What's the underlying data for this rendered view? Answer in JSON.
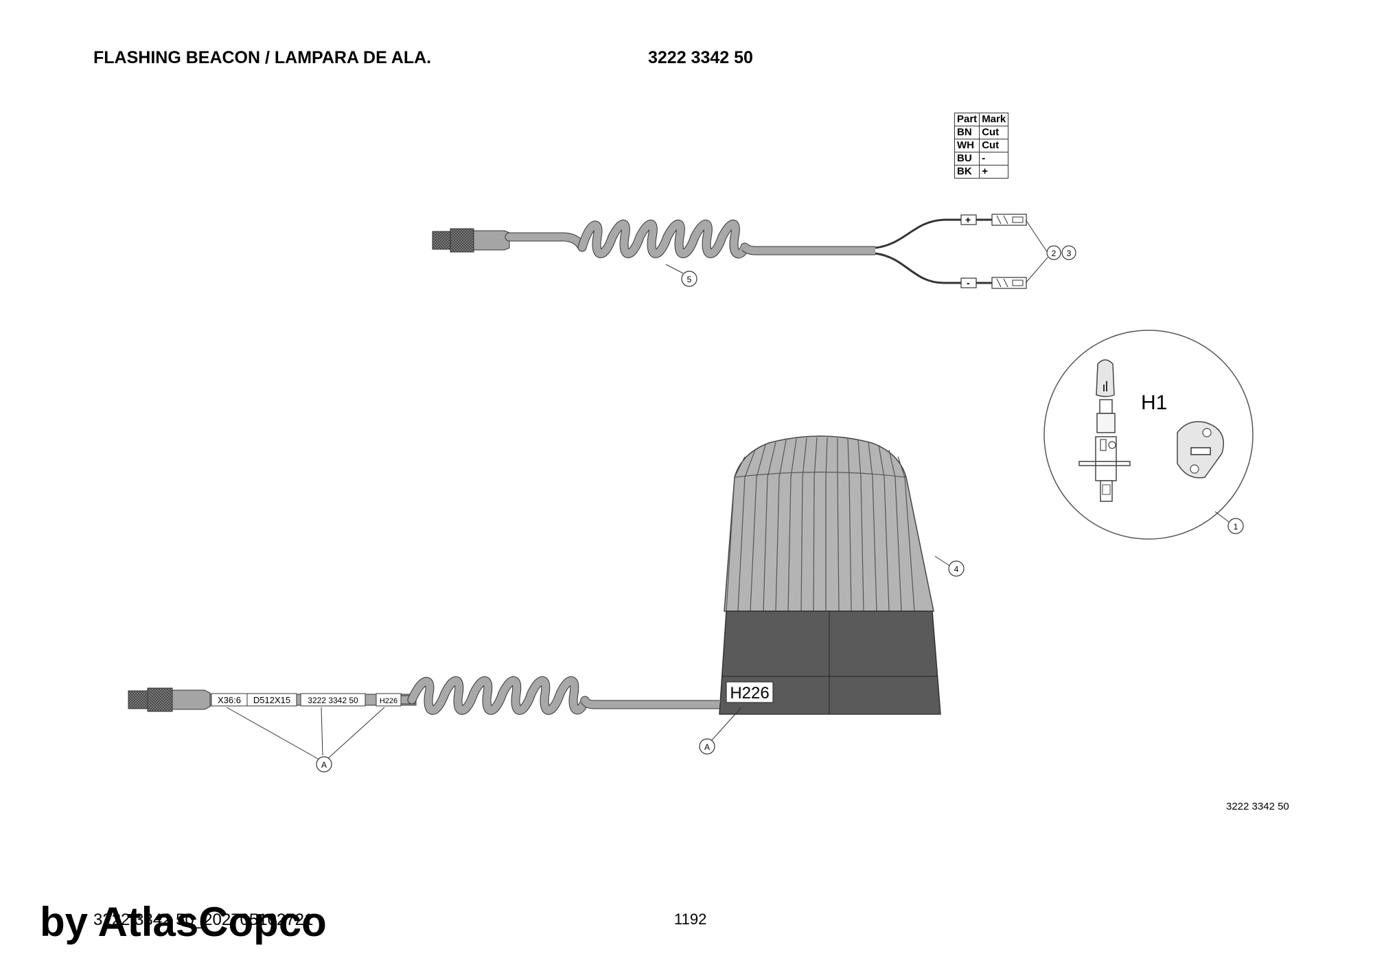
{
  "header": {
    "title": "FLASHING BEACON / LAMPARA DE ALA.",
    "part_number": "3222 3342 50"
  },
  "mark_table": {
    "headers": [
      "Part",
      "Mark"
    ],
    "rows": [
      [
        "BN",
        "Cut"
      ],
      [
        "WH",
        "Cut"
      ],
      [
        "BU",
        "-"
      ],
      [
        "BK",
        "+"
      ]
    ]
  },
  "callouts": {
    "c1": "1",
    "c2": "2",
    "c3": "3",
    "c4": "4",
    "c5": "5",
    "a1": "A",
    "a2": "A"
  },
  "terminals": {
    "plus": "+",
    "minus": "-"
  },
  "bulb": {
    "label": "H1"
  },
  "beacon": {
    "label": "H226"
  },
  "cable_labels": {
    "l1": "X36:6",
    "l2": "D512X15",
    "l3": "3222 3342 50",
    "l4": "H226"
  },
  "ref_bottom": "3222 3342 50",
  "footer": {
    "code": "3222 3342 50_202705102721",
    "page": "1192",
    "watermark": "by AtlasCopco"
  },
  "colors": {
    "dome_light": "#b4b4b4",
    "base_dark": "#5a5a5a",
    "cable": "#a8a8a8"
  }
}
